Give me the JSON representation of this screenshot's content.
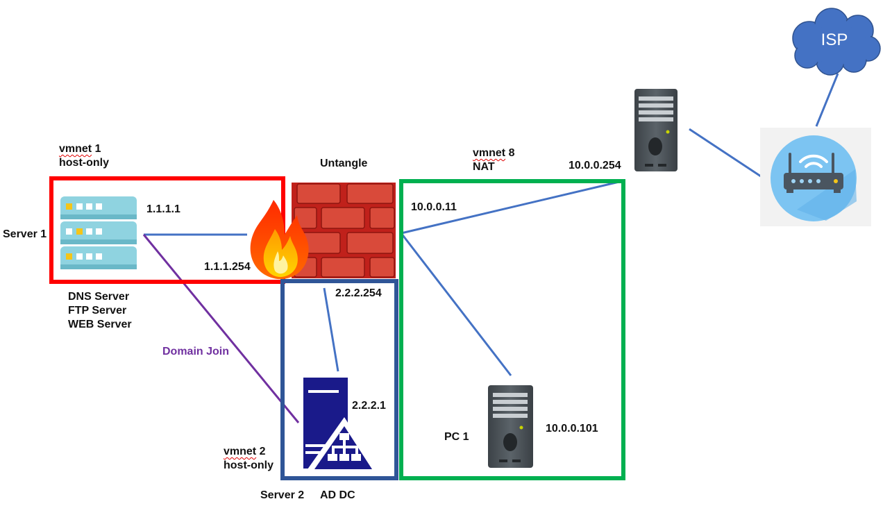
{
  "colors": {
    "vmnet1_box": "#ff0000",
    "vmnet2_box": "#2f5597",
    "vmnet8_box": "#00b050",
    "link": "#4472c4",
    "domain_join_link": "#7030a0",
    "isp_cloud": "#4472c4"
  },
  "icons": [
    "rack-server-icon",
    "firewall-icon",
    "flame-icon",
    "ad-server-icon",
    "pc-tower-icon",
    "router-icon",
    "cloud-icon"
  ],
  "nodes": {
    "server1": {
      "name": "Server 1",
      "ip": "1.1.1.1",
      "roles": [
        "DNS Server",
        "FTP Server",
        "WEB Server"
      ]
    },
    "firewall": {
      "name": "Untangle",
      "ip_vmnet1": "1.1.1.254",
      "ip_vmnet2": "2.2.2.254",
      "ip_vmnet8": "10.0.0.11"
    },
    "server2": {
      "name": "Server 2",
      "role": "AD DC",
      "ip": "2.2.2.1"
    },
    "pc1": {
      "name": "PC 1",
      "ip": "10.0.0.101"
    },
    "gateway": {
      "ip": "10.0.0.254"
    },
    "isp": {
      "name": "ISP"
    }
  },
  "networks": {
    "vmnet1": {
      "name": "vmnet",
      "num": " 1",
      "type": "host-only"
    },
    "vmnet2": {
      "name": "vmnet",
      "num": " 2",
      "type": "host-only"
    },
    "vmnet8": {
      "name": "vmnet",
      "num": " 8",
      "type": "NAT"
    }
  },
  "links": {
    "domain_join": "Domain Join"
  }
}
